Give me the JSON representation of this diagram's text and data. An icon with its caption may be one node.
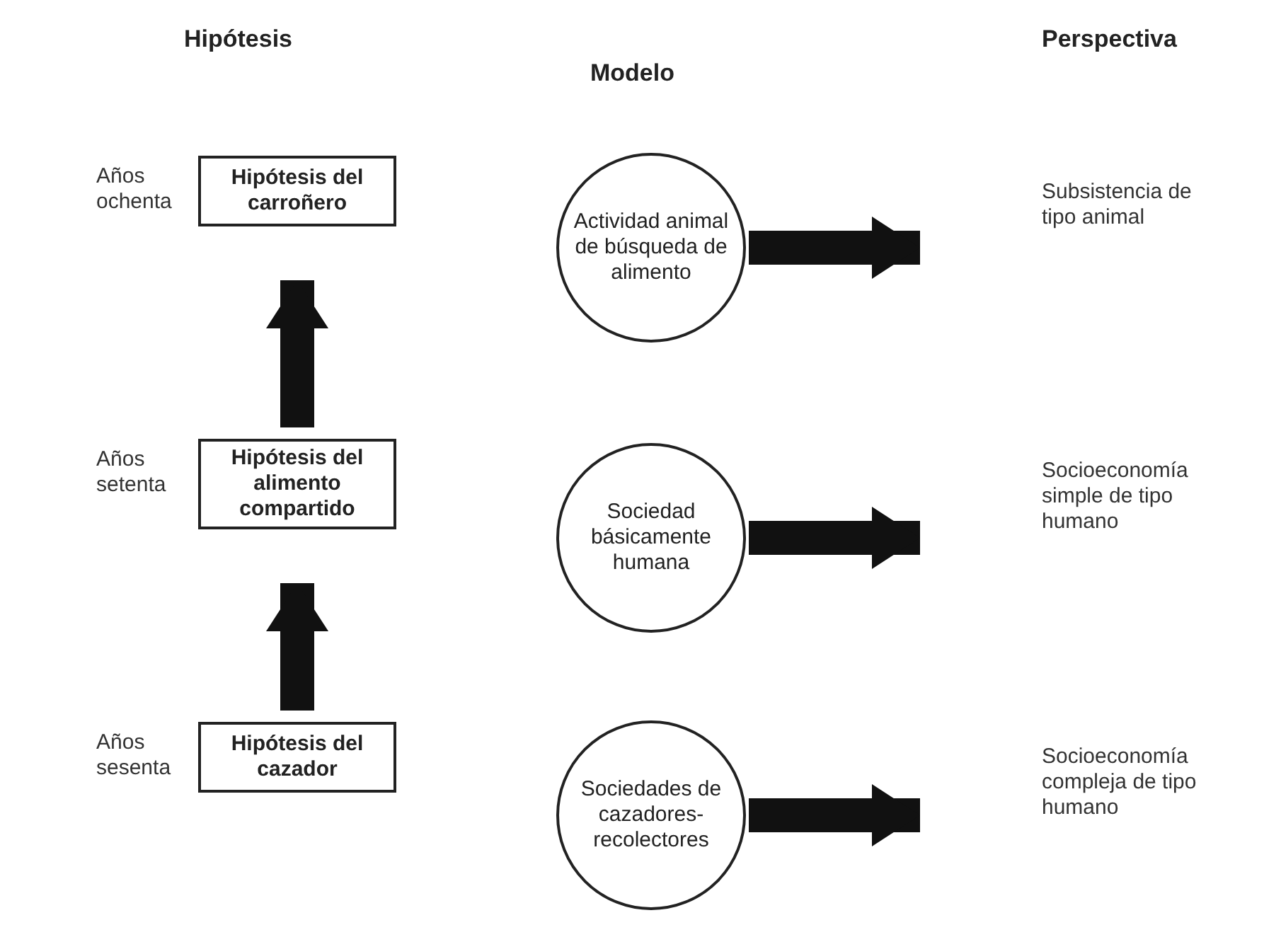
{
  "diagram": {
    "nodes": [
      {
        "text": [
          "Hipótesis del carroñero"
        ],
        "beside": [
          "Años ochenta"
        ]
      },
      {
        "text": [
          "Actividad animal de búsqueda de alimento"
        ]
      },
      {
        "text": [
          "Subsistencia de tipo animal"
        ]
      },
      {
        "text": [
          "Hipótesis del alimento compartido"
        ],
        "beside": [
          "Años setenta"
        ]
      },
      {
        "text": [
          "Sociedad básicamente humana"
        ]
      },
      {
        "text": [
          "Socioeconomía simple de tipo humano"
        ]
      },
      {
        "text": [
          "Hipótesis del cazador"
        ],
        "beside": [
          "Años sesenta"
        ]
      },
      {
        "text": [
          "Sociedades de cazadores-recolectores"
        ]
      },
      {
        "text": [
          "Socioeconomía compleja de tipo humano"
        ]
      }
    ],
    "edges": [
      {
        "from": 6,
        "to": 3,
        "arrow": "to"
      },
      {
        "from": 3,
        "to": 0,
        "arrow": "to"
      },
      {
        "from": 1,
        "to": 2,
        "arrow": "to"
      },
      {
        "from": 4,
        "to": 5,
        "arrow": "to"
      },
      {
        "from": 7,
        "to": 8,
        "arrow": "to"
      }
    ],
    "labels": [
      "Hipótesis",
      "Modelo",
      "Perspectiva"
    ]
  }
}
